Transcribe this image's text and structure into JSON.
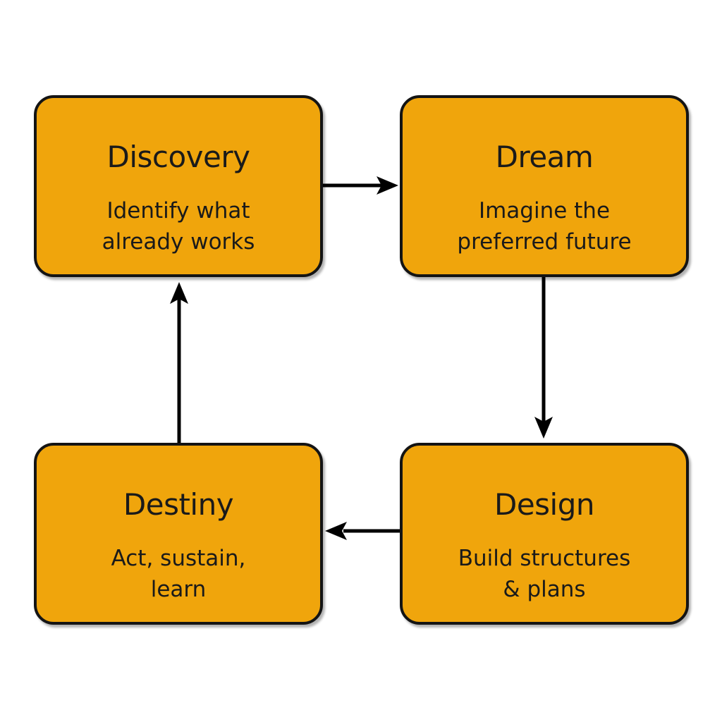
{
  "colors": {
    "background": "#ffffff",
    "box_fill": "#f0a50c",
    "box_border": "#141414",
    "text": "#1a1a1a",
    "arrow": "#000000"
  },
  "boxes": [
    {
      "id": "discovery",
      "title": "Discovery",
      "line1": "Identify what",
      "line2": "already works"
    },
    {
      "id": "dream",
      "title": "Dream",
      "line1": "Imagine the",
      "line2": "preferred future"
    },
    {
      "id": "design",
      "title": "Design",
      "line1": "Build structures",
      "line2": "& plans"
    },
    {
      "id": "destiny",
      "title": "Destiny",
      "line1": "Act, sustain,",
      "line2": "learn"
    }
  ],
  "arrows": [
    {
      "from": "Discovery",
      "to": "Dream",
      "direction": "right"
    },
    {
      "from": "Dream",
      "to": "Design",
      "direction": "down"
    },
    {
      "from": "Design",
      "to": "Destiny",
      "direction": "left"
    },
    {
      "from": "Destiny",
      "to": "Discovery",
      "direction": "up"
    }
  ]
}
